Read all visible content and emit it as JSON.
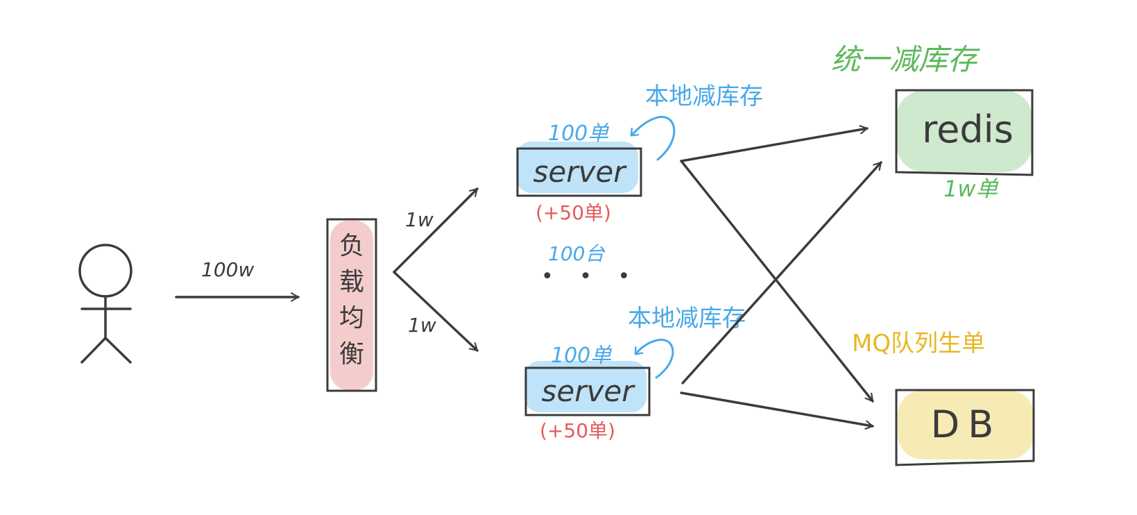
{
  "colors": {
    "ink": "#3b3b3b",
    "blue": "#4aa8e8",
    "red": "#e45a5a",
    "green": "#5cb85c",
    "yellow": "#e6b822",
    "highlight_blue": "#bfe3f8",
    "highlight_pink": "#f4cccc",
    "highlight_green": "#cfe9cf",
    "highlight_yellow": "#f7ebb5"
  },
  "user": {
    "icon": "stick-figure-user-icon"
  },
  "edges": {
    "user_to_lb": "100w",
    "lb_to_server_top": "1w",
    "lb_to_server_bottom": "1w"
  },
  "load_balancer": {
    "label": "负载均衡"
  },
  "servers": [
    {
      "label": "server",
      "local_stock": "100单",
      "buffer": "(+50单)",
      "note": "本地减库存"
    },
    {
      "label": "server",
      "local_stock": "100单",
      "buffer": "(+50单)",
      "note": "本地减库存"
    }
  ],
  "servers_ellipsis": {
    "count_label": "100台",
    "dots": "• • •"
  },
  "redis": {
    "label": "redis",
    "title": "统一减库存",
    "stock": "1w单"
  },
  "db": {
    "label": "DB",
    "title": "MQ队列生单"
  }
}
